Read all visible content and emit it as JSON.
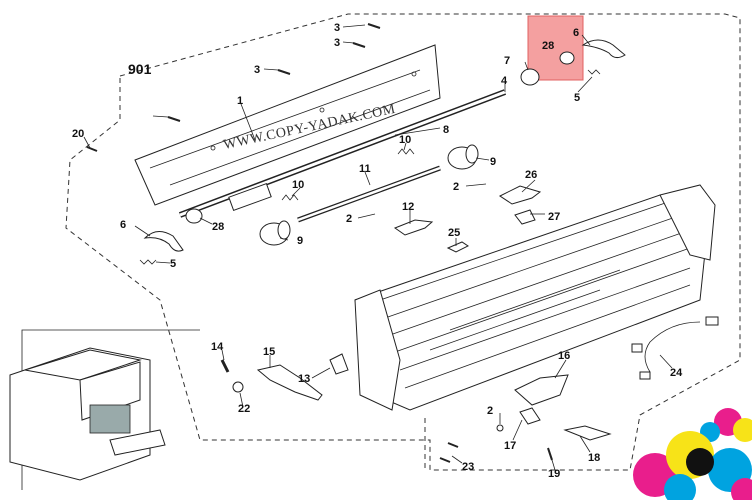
{
  "diagram": {
    "assembly_label": "901",
    "watermark": "WWW.COPY-YADAK.COM",
    "highlight_color": "#f08080",
    "callouts": [
      {
        "id": "c3a",
        "text": "3"
      },
      {
        "id": "c3b",
        "text": "3"
      },
      {
        "id": "c3c",
        "text": "3"
      },
      {
        "id": "c2a",
        "text": "2"
      },
      {
        "id": "c2b",
        "text": "2"
      },
      {
        "id": "c2c",
        "text": "2"
      },
      {
        "id": "c1",
        "text": "1"
      },
      {
        "id": "c4",
        "text": "4"
      },
      {
        "id": "c5a",
        "text": "5"
      },
      {
        "id": "c5b",
        "text": "5"
      },
      {
        "id": "c6a",
        "text": "6"
      },
      {
        "id": "c6b",
        "text": "6"
      },
      {
        "id": "c7",
        "text": "7"
      },
      {
        "id": "c8",
        "text": "8"
      },
      {
        "id": "c9a",
        "text": "9"
      },
      {
        "id": "c9b",
        "text": "9"
      },
      {
        "id": "c10a",
        "text": "10"
      },
      {
        "id": "c10b",
        "text": "10"
      },
      {
        "id": "c11",
        "text": "11"
      },
      {
        "id": "c12",
        "text": "12"
      },
      {
        "id": "c13",
        "text": "13"
      },
      {
        "id": "c14",
        "text": "14"
      },
      {
        "id": "c15",
        "text": "15"
      },
      {
        "id": "c16",
        "text": "16"
      },
      {
        "id": "c17",
        "text": "17"
      },
      {
        "id": "c18",
        "text": "18"
      },
      {
        "id": "c19",
        "text": "19"
      },
      {
        "id": "c20",
        "text": "20"
      },
      {
        "id": "c22",
        "text": "22"
      },
      {
        "id": "c23",
        "text": "23"
      },
      {
        "id": "c24",
        "text": "24"
      },
      {
        "id": "c25",
        "text": "25"
      },
      {
        "id": "c26",
        "text": "26"
      },
      {
        "id": "c27",
        "text": "27"
      },
      {
        "id": "c28a",
        "text": "28"
      },
      {
        "id": "c28b",
        "text": "28"
      }
    ]
  }
}
